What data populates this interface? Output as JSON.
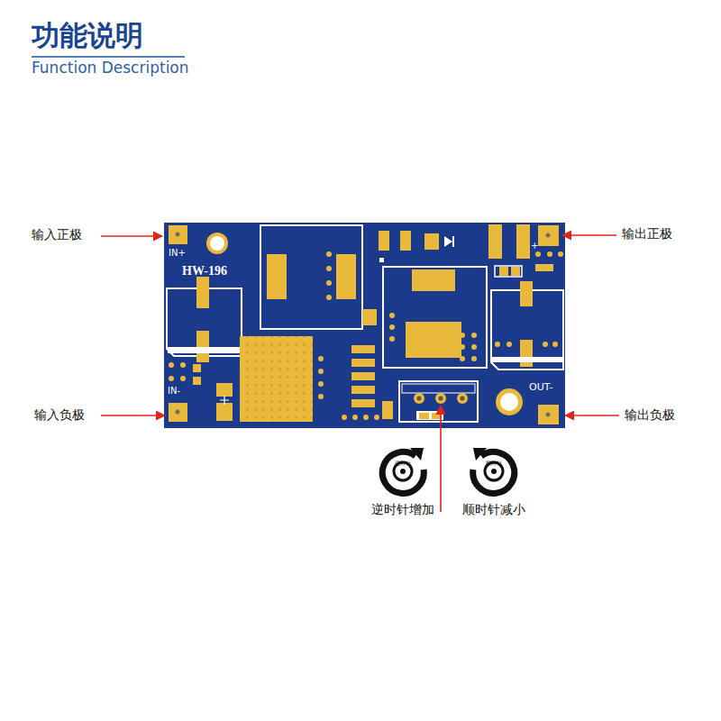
{
  "diagram": {
    "title": "功能说明",
    "labels": [
      "Function Description",
      "输入正极",
      "输出正极",
      "IN+",
      "HW-196",
      "IN-",
      "OUT-",
      "+",
      "输入负极",
      "输出负极",
      "逆时针",
      "顺时针",
      "逆时针增加",
      "顺时针减小"
    ]
  }
}
